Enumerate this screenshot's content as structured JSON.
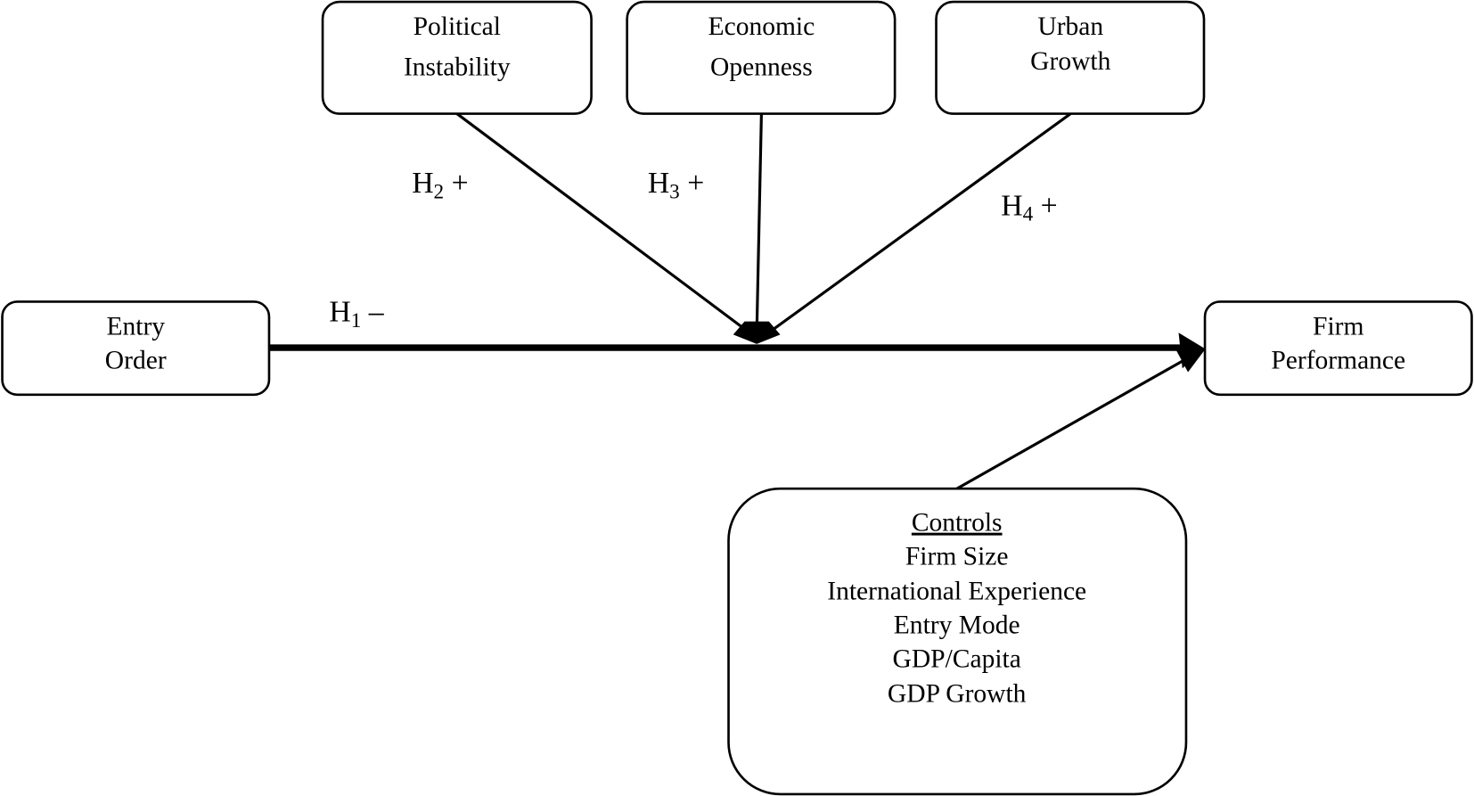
{
  "nodes": {
    "political_instability": {
      "lines": [
        "Political",
        "Instability"
      ]
    },
    "economic_openness": {
      "lines": [
        "Economic",
        "Openness"
      ]
    },
    "urban_growth": {
      "lines": [
        "Urban",
        "Growth"
      ]
    },
    "entry_order": {
      "lines": [
        "Entry",
        "Order"
      ]
    },
    "firm_performance": {
      "lines": [
        "Firm",
        "Performance"
      ]
    },
    "controls": {
      "title": "Controls",
      "items": [
        "Firm Size",
        "International Experience",
        "Entry Mode",
        "GDP/Capita",
        "GDP Growth"
      ]
    }
  },
  "hypotheses": {
    "h1": {
      "letter": "H",
      "sub": "1",
      "sign": " –"
    },
    "h2": {
      "letter": "H",
      "sub": "2",
      "sign": " +"
    },
    "h3": {
      "letter": "H",
      "sub": "3",
      "sign": " +"
    },
    "h4": {
      "letter": "H",
      "sub": "4",
      "sign": " +"
    }
  }
}
